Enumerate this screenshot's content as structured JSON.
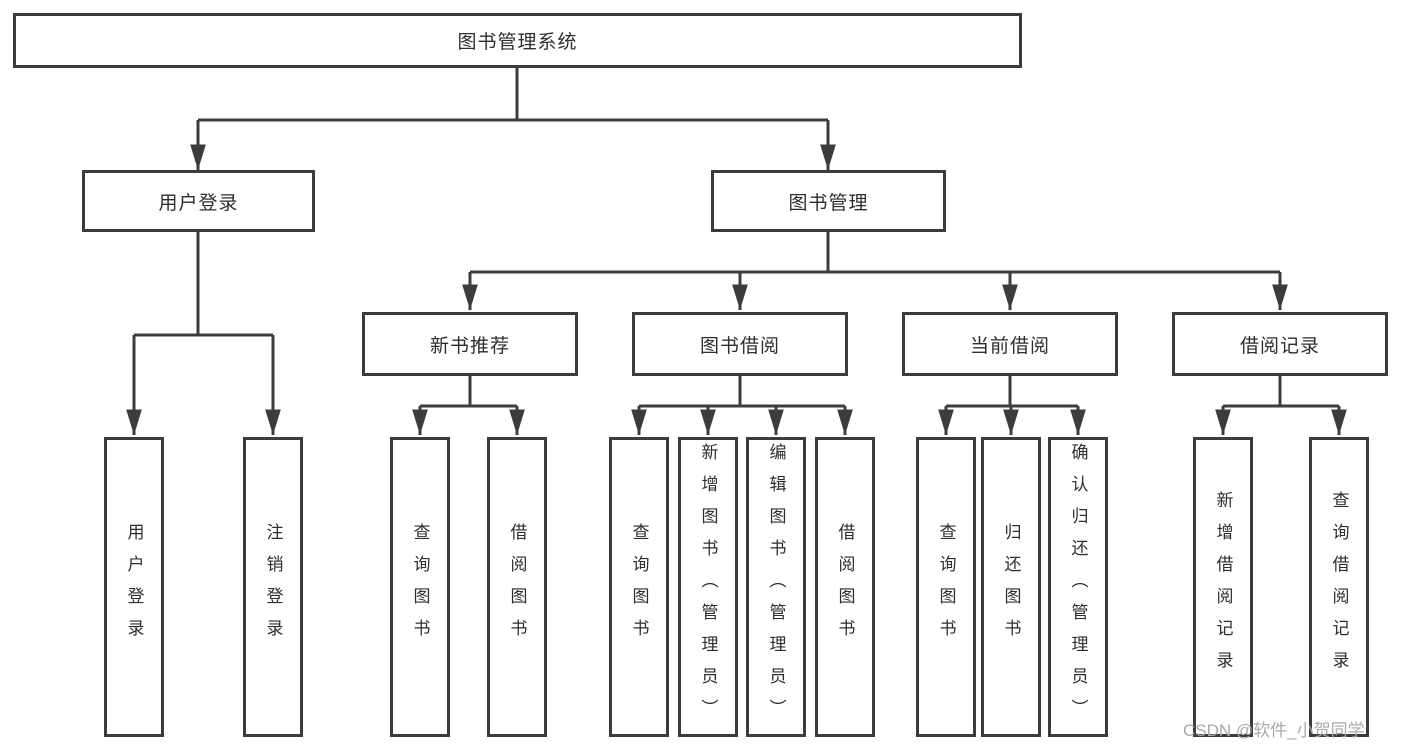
{
  "tree": {
    "root": "图书管理系统",
    "level2": [
      {
        "label": "用户登录",
        "children": [
          "用户登录",
          "注销登录"
        ]
      },
      {
        "label": "图书管理",
        "groups": [
          {
            "label": "新书推荐",
            "children": [
              "查询图书",
              "借阅图书"
            ]
          },
          {
            "label": "图书借阅",
            "children": [
              "查询图书",
              "新增图书（管理员）",
              "编辑图书（管理员）",
              "借阅图书"
            ]
          },
          {
            "label": "当前借阅",
            "children": [
              "查询图书",
              "归还图书",
              "确认归还（管理员）"
            ]
          },
          {
            "label": "借阅记录",
            "children": [
              "新增借阅记录",
              "查询借阅记录"
            ]
          }
        ]
      }
    ]
  },
  "watermark": "CSDN @软件_小贺同学",
  "colors": {
    "line": "#3c3c3c",
    "text": "#2e2e2e",
    "background": "#ffffff",
    "watermark": "#aaaaaa"
  }
}
